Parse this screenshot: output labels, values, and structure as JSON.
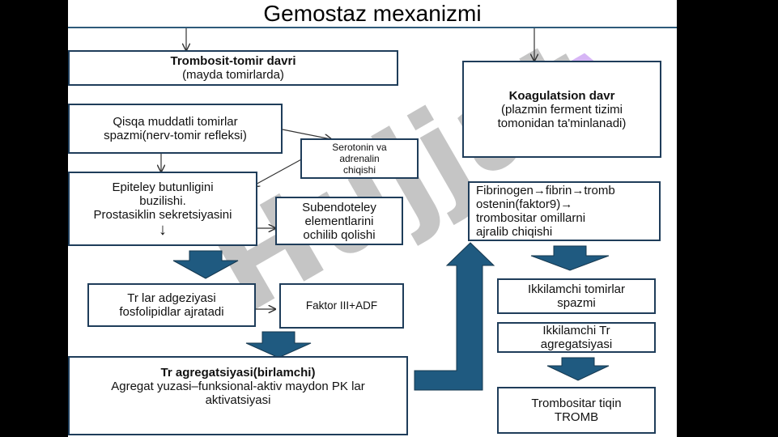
{
  "title": "Gemostaz mexanizmi",
  "watermark": "Hujjat",
  "watermark_mark": "A",
  "boxes": {
    "trombosit_tomir": {
      "line1": "Trombosit-tomir davri",
      "line2": "(mayda tomirlarda)"
    },
    "qisqa_spazm": {
      "line1": "Qisqa muddatli tomirlar",
      "line2": "spazmi(nerv-tomir refleksi)"
    },
    "serotonin": {
      "line1": "Serotonin va",
      "line2": "adrenalin",
      "line3": "chiqishi"
    },
    "epiteley": {
      "line1": "Epiteley butunligini",
      "line2": "buzilishi.",
      "line3": "Prostasiklin sekretsiyasini",
      "line4": "↓"
    },
    "subendoteley": {
      "line1": "Subendoteley",
      "line2": "elementlarini",
      "line3": "ochilib qolishi"
    },
    "tr_adgeziya": {
      "line1": "Tr lar adgeziyasi",
      "line2": "fosfolipidlar ajratadi"
    },
    "faktor": {
      "line1": "Faktor III+ADF"
    },
    "tr_agregatsiya": {
      "line1": "Tr agregatsiyasi(birlamchi)",
      "line2": "Agregat yuzasi–funksional-aktiv maydon PK lar",
      "line3": "aktivatsiyasi"
    },
    "koagulatsion": {
      "line1": "Koagulatsion davr",
      "line2": "(plazmin ferment tizimi",
      "line3": "tomonidan ta'minlanadi)"
    },
    "fibrinogen": {
      "line1": "Fibrinogen→fibrin→tromb",
      "line2": "ostenin(faktor9)→",
      "line3": "trombositar omillarni",
      "line4": "ajralib chiqishi"
    },
    "ikkilamchi_spazm": {
      "line1": "Ikkilamchi tomirlar",
      "line2": "spazmi"
    },
    "ikkilamchi_agreg": {
      "line1": "Ikkilamchi Tr",
      "line2": "agregatsiyasi"
    },
    "trombositar_tiqin": {
      "line1": "Trombositar tiqin",
      "line2": "TROMB"
    }
  },
  "colors": {
    "arrow_fill": "#1f5a80",
    "arrow_stroke": "#16384f",
    "box_border": "#1f3d5a",
    "watermark_purple": "#8a2be2"
  }
}
